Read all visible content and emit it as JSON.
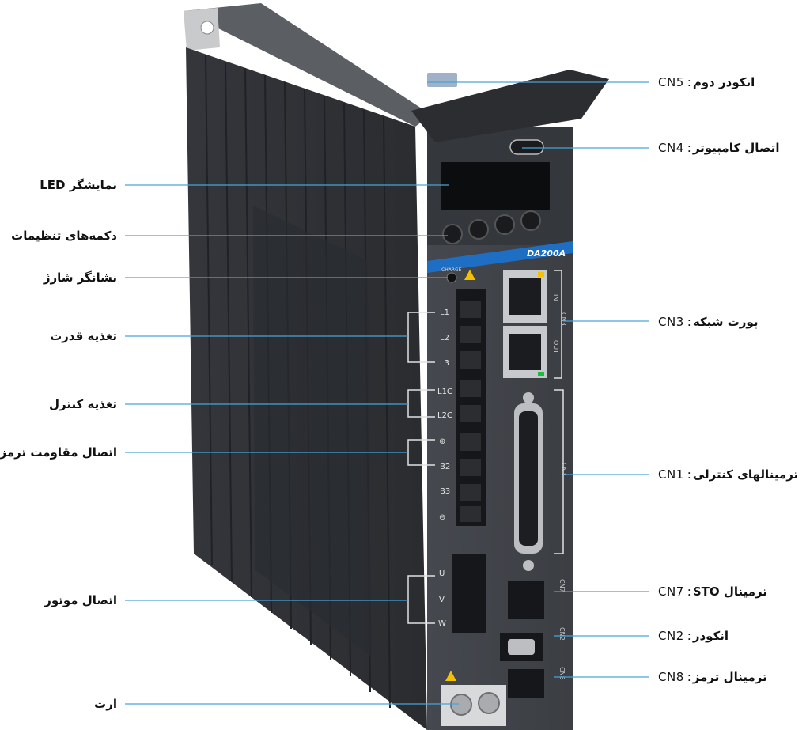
{
  "device": {
    "model": "DA200A",
    "charge_label": "CHARGE",
    "port_labels": [
      "IN",
      "OUT"
    ],
    "terminal_labels": [
      "L1",
      "L2",
      "L3",
      "L1C",
      "L2C",
      "⊕",
      "B2",
      "B3",
      "⊖"
    ],
    "motor_labels": [
      "U",
      "V",
      "W"
    ],
    "connector_side_labels": [
      "CN3",
      "CN1",
      "CN7",
      "CN2",
      "CN8"
    ]
  },
  "callouts_left": [
    {
      "id": "led-display",
      "text": "نمایشگر LED"
    },
    {
      "id": "setting-buttons",
      "text": "دکمه‌های تنظیمات"
    },
    {
      "id": "charge-indicator",
      "text": "نشانگر شارژ"
    },
    {
      "id": "power-supply",
      "text": "تغذیه قدرت"
    },
    {
      "id": "control-supply",
      "text": "تغذیه کنترل"
    },
    {
      "id": "brake-resistor",
      "text": "اتصال مقاومت ترمز"
    },
    {
      "id": "motor-connection",
      "text": "اتصال موتور"
    },
    {
      "id": "earth",
      "text": "ارت"
    }
  ],
  "callouts_right": [
    {
      "id": "cn5",
      "code": "CN5",
      "text": "انکودر دوم"
    },
    {
      "id": "cn4",
      "code": "CN4",
      "text": "اتصال کامپیوتر"
    },
    {
      "id": "cn3",
      "code": "CN3",
      "text": "پورت شبکه"
    },
    {
      "id": "cn1",
      "code": "CN1",
      "text": "ترمینالهای کنترلی"
    },
    {
      "id": "cn7",
      "code": "CN7",
      "text": "ترمینال STO"
    },
    {
      "id": "cn2",
      "code": "CN2",
      "text": "انکودر"
    },
    {
      "id": "cn8",
      "code": "CN8",
      "text": "ترمینال ترمز"
    }
  ],
  "colors": {
    "leader_line": "#4aa3d8",
    "body_dark": "#3a3d42",
    "body_side": "#2e3035",
    "face": "#3f4247",
    "accent_blue": "#1e6fc4"
  }
}
